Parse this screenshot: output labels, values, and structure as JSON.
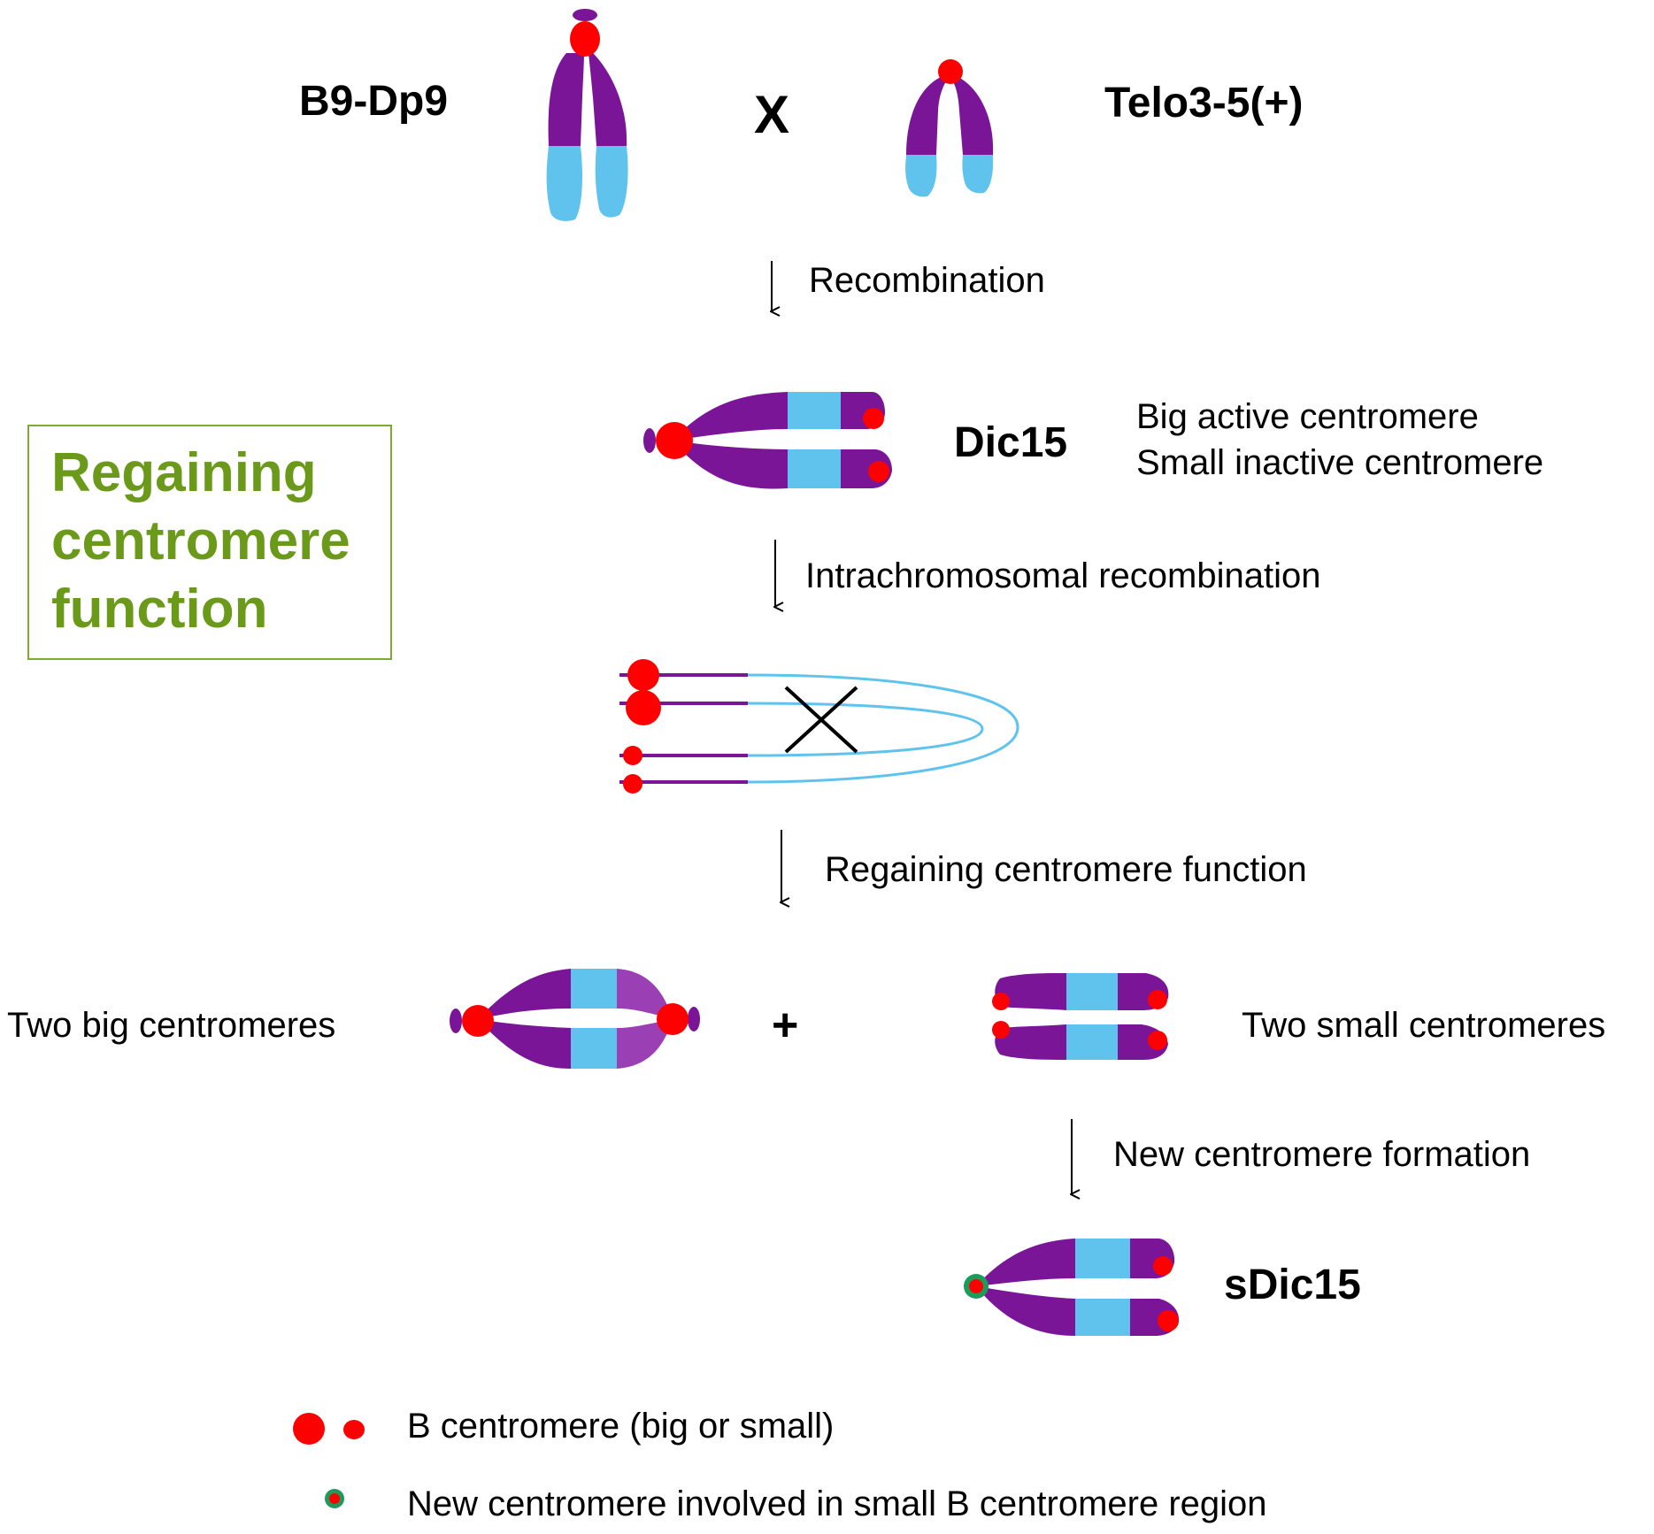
{
  "colors": {
    "arm": "#7a1597",
    "arm_light": "#9b3fb5",
    "band": "#5fc3ee",
    "centromere": "#ff0000",
    "new_centromere_ring": "#1e9a5a",
    "title_green": "#6b9a1a",
    "box_border": "#7fa92c"
  },
  "parents": {
    "left": "B9-Dp9",
    "cross": "X",
    "right": "Telo3-5(+)"
  },
  "steps": {
    "recombination": "Recombination",
    "intrachromosomal": "Intrachromosomal recombination",
    "regaining": "Regaining centromere function",
    "new_formation": "New centromere formation"
  },
  "dic15": {
    "name": "Dic15",
    "note1": "Big active centromere",
    "note2": "Small inactive centromere"
  },
  "side_title": {
    "line1": "Regaining",
    "line2": "centromere",
    "line3": "function"
  },
  "products": {
    "left": "Two big centromeres",
    "plus": "+",
    "right": "Two small centromeres"
  },
  "sdic15": {
    "name": "sDic15"
  },
  "legend": {
    "b_centromere": "B centromere (big or small)",
    "new_centromere": "New centromere involved in small B centromere region"
  }
}
